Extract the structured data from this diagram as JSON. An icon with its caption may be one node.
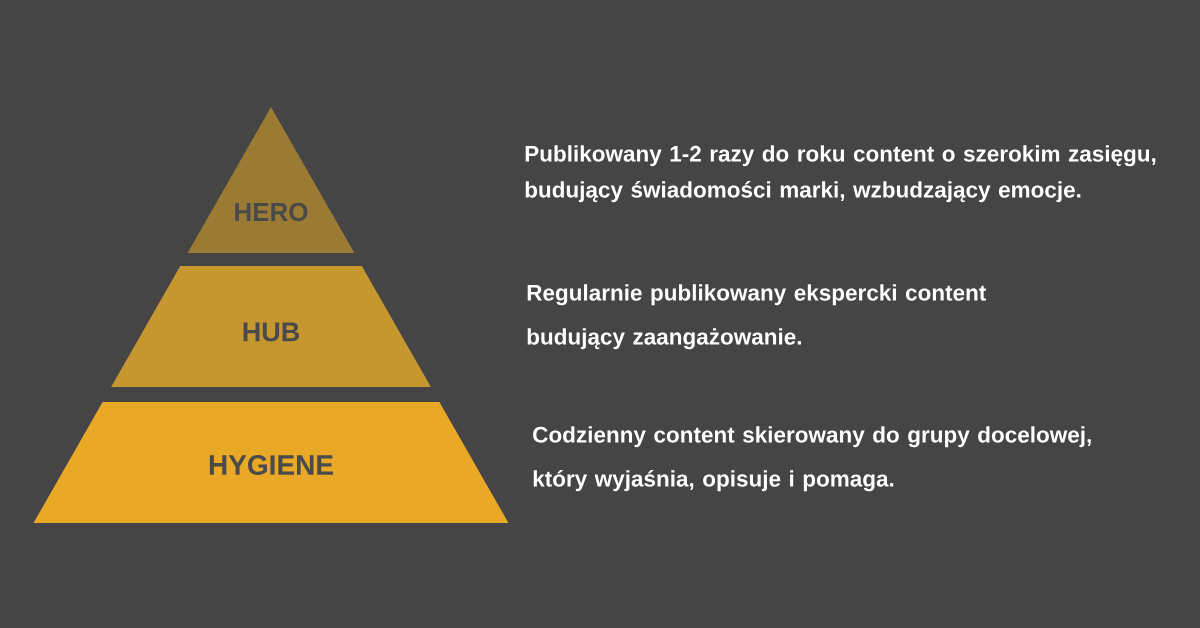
{
  "diagram": {
    "nodes": [
      {
        "text": [
          "HERO"
        ]
      },
      {
        "text": [
          "HUB"
        ]
      },
      {
        "text": [
          "HYGIENE"
        ]
      }
    ],
    "labels": [
      "Publikowany 1-2 razy do roku content o szerokim zasięgu, budujący świadomości marki, wzbudzający emocje.",
      "Regularnie publikowany ekspercki content budujący zaangażowanie.",
      "Codzienny content skierowany do grupy docelowej, który wyjaśnia, opisuje i pomaga."
    ]
  }
}
